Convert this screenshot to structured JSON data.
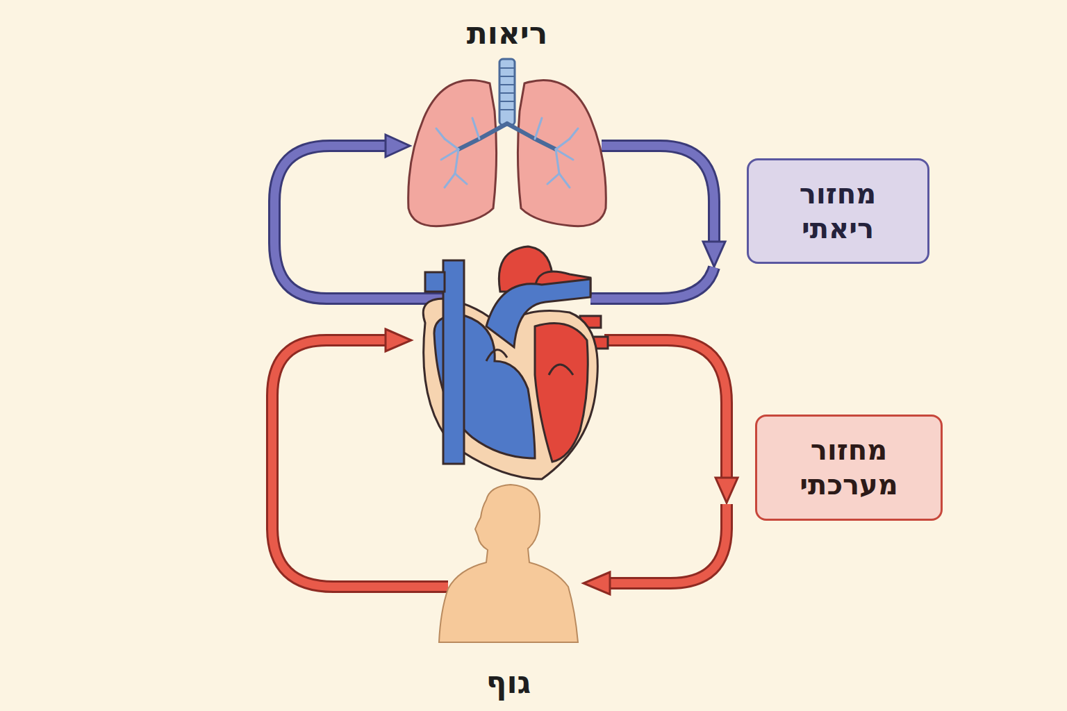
{
  "diagram": {
    "nodes": [
      {
        "text": [
          "ריאות"
        ]
      },
      {
        "text": [
          "מחזור ריאתי"
        ]
      },
      {
        "text": [
          "מחזור מערכתי"
        ]
      },
      {
        "text": [
          "גוף"
        ]
      }
    ]
  }
}
